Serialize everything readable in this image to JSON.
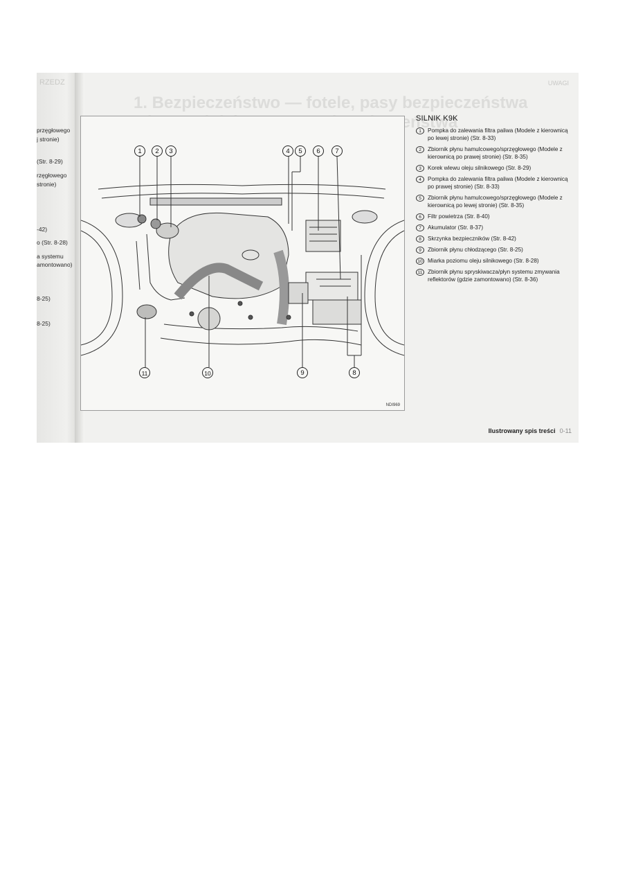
{
  "left_fragments": [
    "przęgłowego",
    "j stronie)",
    "(Str. 8-29)",
    "rzęgłowego",
    "stronie)",
    "-42)",
    "o (Str. 8-28)",
    "a systemu",
    "amontowano)",
    "8-25)",
    "8-25)"
  ],
  "ghost": {
    "title1": "1. Bezpieczeństwo — fotele, pasy bezpieczeństwa",
    "title2": "i uzupełniający system bezpieczeństwa",
    "title3": "biernego",
    "top_left": "RZEDZ",
    "top_right": "UWAGI"
  },
  "figure": {
    "code": "NDI969",
    "callouts": [
      "1",
      "2",
      "3",
      "4",
      "5",
      "6",
      "7",
      "8",
      "9",
      "10",
      "11"
    ]
  },
  "legend": {
    "heading": "SILNIK K9K",
    "items": [
      {
        "num": "1",
        "text": "Pompka do zalewania filtra paliwa (Modele z kierownicą po lewej stronie) (Str. 8-33)"
      },
      {
        "num": "2",
        "text": "Zbiornik płynu hamulcowego/sprzęgłowego (Modele z kierownicą po prawej stronie) (Str. 8-35)"
      },
      {
        "num": "3",
        "text": "Korek wlewu oleju silnikowego (Str. 8-29)"
      },
      {
        "num": "4",
        "text": "Pompka do zalewania filtra paliwa (Modele z kierownicą po prawej stronie) (Str. 8-33)"
      },
      {
        "num": "5",
        "text": "Zbiornik płynu hamulcowego/sprzęgłowego (Modele z kierownicą po lewej stronie) (Str. 8-35)"
      },
      {
        "num": "6",
        "text": "Filtr powietrza (Str. 8-40)"
      },
      {
        "num": "7",
        "text": "Akumulator (Str. 8-37)"
      },
      {
        "num": "8",
        "text": "Skrzynka bezpieczników (Str. 8-42)"
      },
      {
        "num": "9",
        "text": "Zbiornik płynu chłodzącego (Str. 8-25)"
      },
      {
        "num": "10",
        "text": "Miarka poziomu oleju silnikowego (Str. 8-28)"
      },
      {
        "num": "11",
        "text": "Zbiornik płynu spryskiwacza/płyn systemu zmywania reflektorów (gdzie zamontowano) (Str. 8-36)"
      }
    ]
  },
  "footer": {
    "label": "Ilustrowany spis treści",
    "page": "0-11"
  }
}
